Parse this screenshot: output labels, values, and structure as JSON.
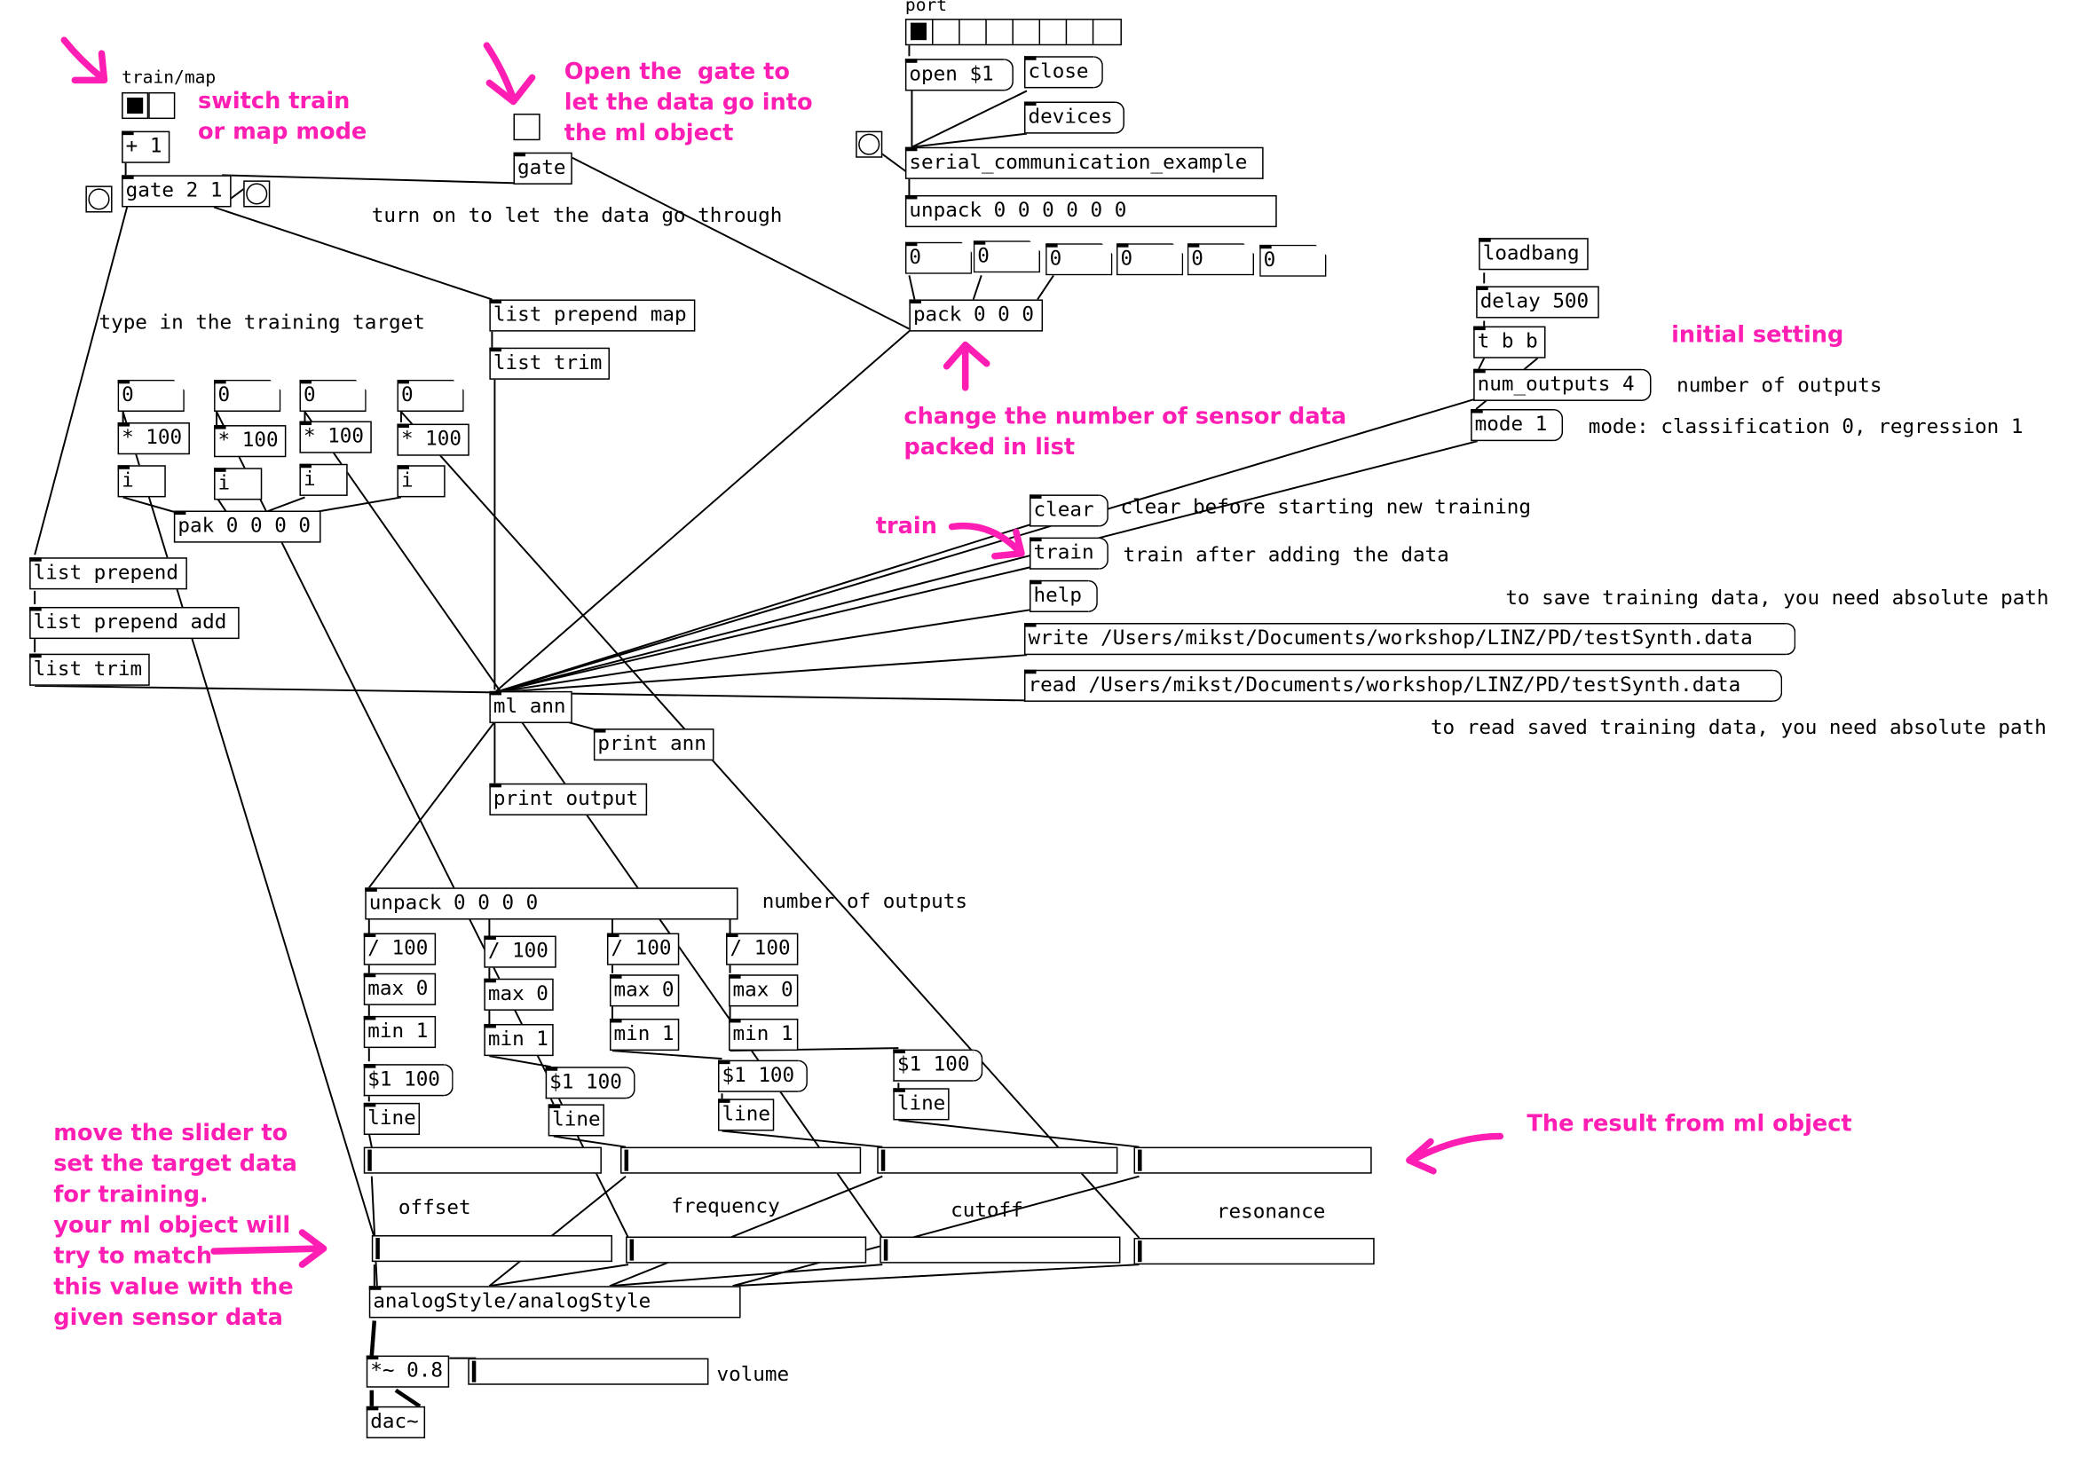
{
  "colors": {
    "annotation": "#ff1eb4",
    "wire": "#000000"
  },
  "labels": {
    "port": "port",
    "train_map": "train/map",
    "turn_on": "turn on to let the data go through",
    "type_target": "type in the training target",
    "number_outputs_right": "number of outputs",
    "mode_comment": "mode: classification 0, regression 1",
    "clear_comment": "clear before starting new training",
    "train_comment": "train after adding the data",
    "save_comment": "to save training data, you need absolute path",
    "read_comment": "to read saved training data, you need absolute path",
    "number_outputs_lower": "number of outputs",
    "offset": "offset",
    "frequency": "frequency",
    "cutoff": "cutoff",
    "resonance": "resonance",
    "volume": "volume"
  },
  "annotations": {
    "switch_train": "switch train\nor map mode",
    "open_gate": "Open the  gate to\nlet the data go into\nthe ml object",
    "change_sensor": "change the number of sensor data\npacked in list",
    "initial_setting": "initial setting",
    "train": "train",
    "result": "The result from ml object",
    "move_slider": "move the slider to\nset the target data\nfor training.\nyour ml object will\ntry to match\nthis value with the\ngiven sensor data"
  },
  "objects": {
    "plus1": "+ 1",
    "gate21": "gate 2 1",
    "gate": "gate",
    "list_prepend_map": "list prepend map",
    "list_trim_top": "list trim",
    "mul1": "* 100",
    "mul2": "* 100",
    "mul3": "* 100",
    "mul4": "* 100",
    "i1": "i",
    "i2": "i",
    "i3": "i",
    "i4": "i",
    "pak": "pak 0 0 0 0",
    "list_prepend": "list prepend",
    "list_prepend_add": "list prepend add",
    "list_trim_left": "list trim",
    "ml_ann": "ml ann",
    "print_ann": "print ann",
    "print_output": "print output",
    "serial": "serial_communication_example",
    "unpack6": "unpack 0 0 0 0 0 0",
    "pack000": "pack 0 0 0",
    "loadbang": "loadbang",
    "delay": "delay 500",
    "tbb": "t b b",
    "unpack4": "unpack 0 0 0 0",
    "div1": "/ 100",
    "div2": "/ 100",
    "div3": "/ 100",
    "div4": "/ 100",
    "max1": "max 0",
    "max2": "max 0",
    "max3": "max 0",
    "max4": "max 0",
    "min1": "min 1",
    "min2": "min 1",
    "min3": "min 1",
    "min4": "min 1",
    "line1": "line",
    "line2": "line",
    "line3": "line",
    "line4": "line",
    "analog": "analogStyle/analogStyle",
    "mulsig": "*~ 0.8",
    "dac": "dac~"
  },
  "messages": {
    "open": "open $1",
    "close": "close",
    "devices": "devices",
    "num_outputs": "num_outputs 4",
    "mode": "mode 1",
    "clear": "clear",
    "train": "train",
    "help": "help",
    "write": "write /Users/mikst/Documents/workshop/LINZ/PD/testSynth.data",
    "read": "read /Users/mikst/Documents/workshop/LINZ/PD/testSynth.data",
    "ramp1": "$1 100",
    "ramp2": "$1 100",
    "ramp3": "$1 100",
    "ramp4": "$1 100"
  },
  "numbers": {
    "t1": "0",
    "t2": "0",
    "t3": "0",
    "t4": "0",
    "s1": "0",
    "s2": "0",
    "s3": "0",
    "s4": "0",
    "s5": "0",
    "s6": "0"
  },
  "controls": {
    "train_map_toggle": true,
    "gate_toggle": false,
    "port_selected": 0
  }
}
